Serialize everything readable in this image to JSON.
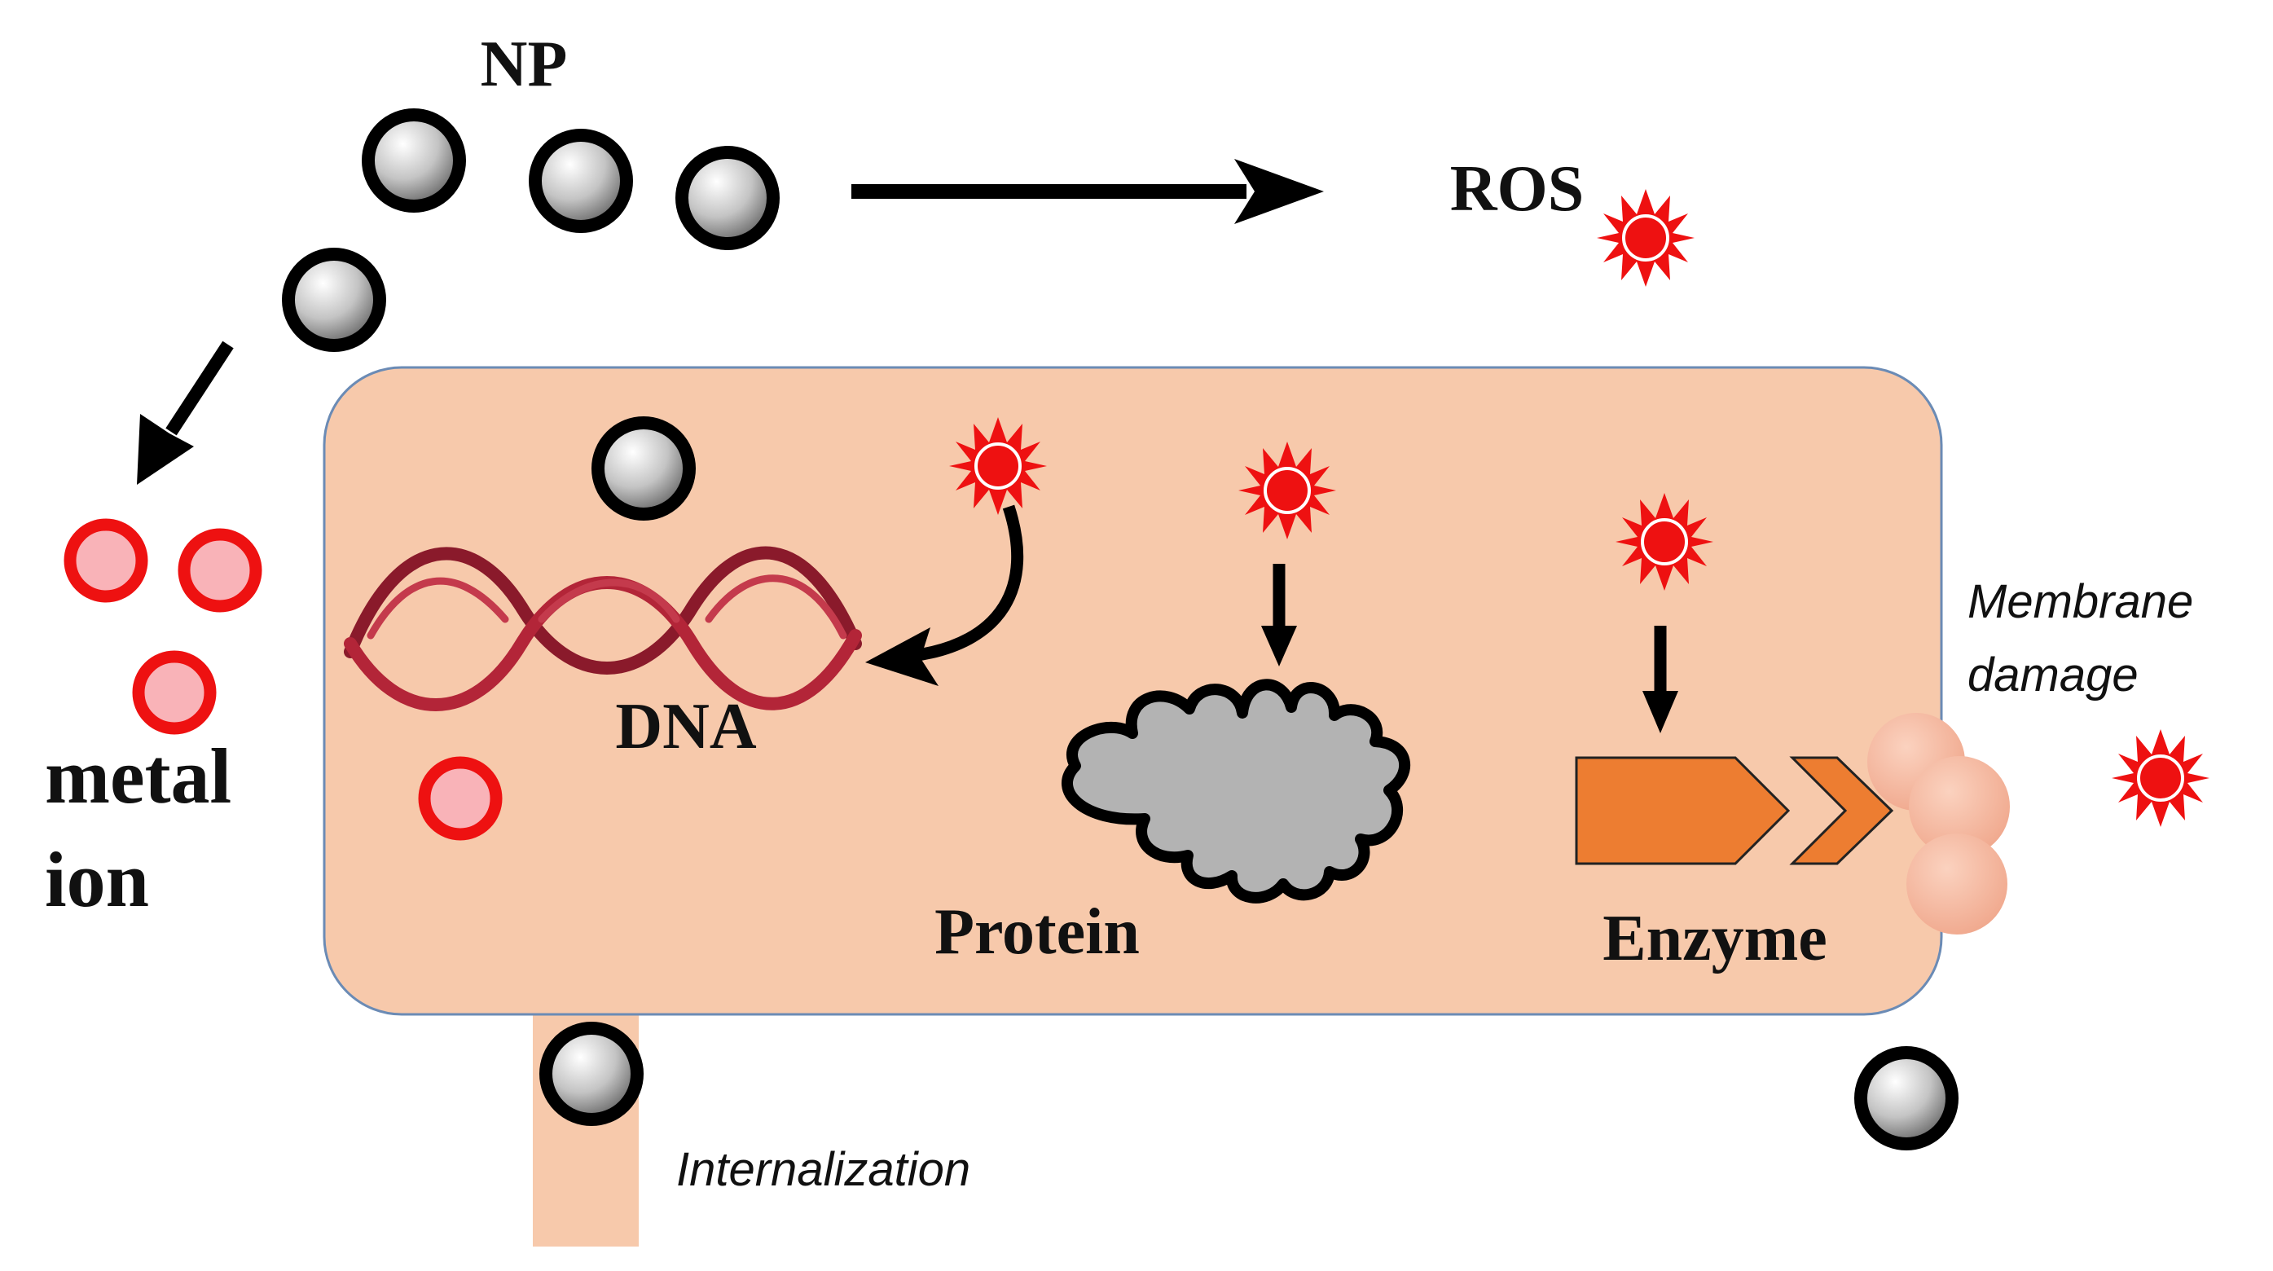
{
  "labels": {
    "np": "NP",
    "ros": "ROS",
    "metal_line1": "metal",
    "metal_line2": "ion",
    "dna": "DNA",
    "protein": "Protein",
    "enzyme": "Enzyme",
    "membrane_line1": "Membrane",
    "membrane_line2": "damage",
    "internalization": "Internalization"
  },
  "colors": {
    "cell_fill": "#f7c9ab",
    "cell_stroke": "#6b8bb5",
    "ros_red": "#ee1111",
    "ion_ring": "#ee1111",
    "ion_fill": "#f9b3b8",
    "dna_strand": "#9e1e32",
    "protein_fill": "#b3b3b3",
    "enzyme_fill": "#ed7d31",
    "membrane_bulge": "#f4b39a",
    "arrow": "#000000"
  },
  "icons": {
    "nanoparticle": "sphere-icon",
    "ros": "starburst-icon",
    "metal_ion": "ring-icon",
    "dna": "double-helix-icon",
    "protein": "cloud-blob-icon",
    "enzyme": "chevron-arrow-icon"
  }
}
